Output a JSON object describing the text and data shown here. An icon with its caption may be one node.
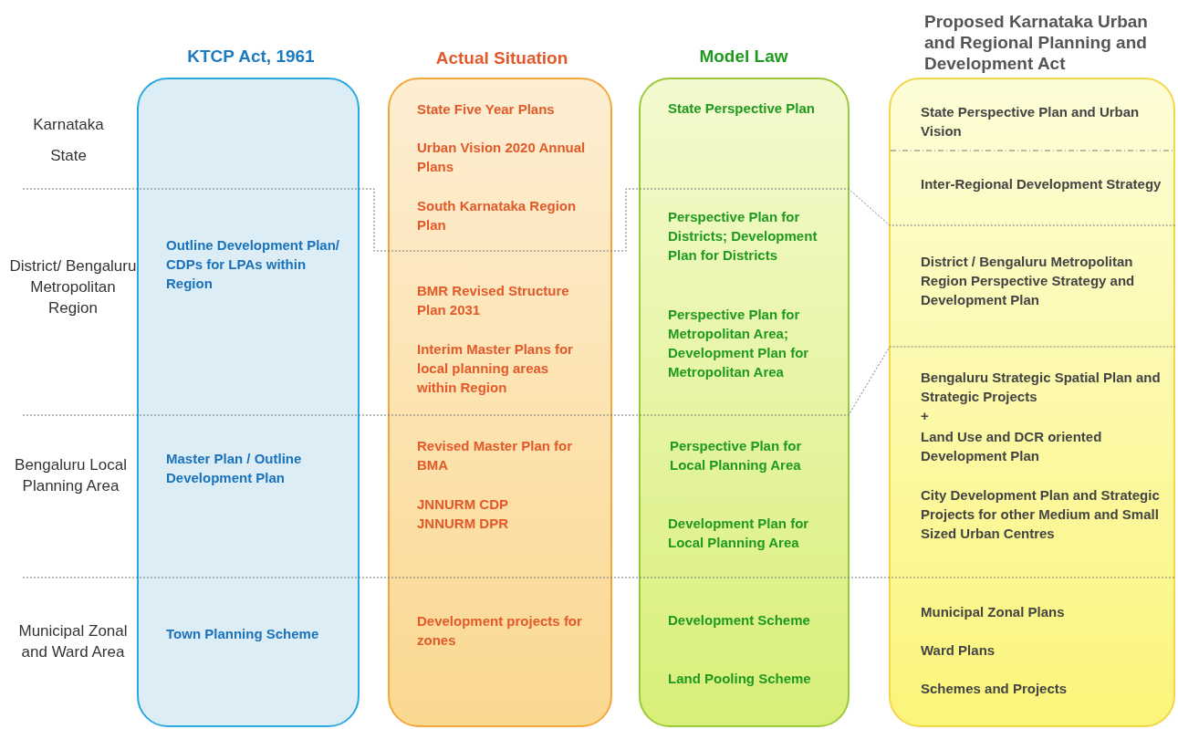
{
  "diagram": {
    "nodes": [
      {
        "text": [
          "KTCP Act, 1961",
          "Outline Development Plan/ CDPs for LPAs within Region",
          "Master Plan / Outline Development Plan",
          "Town Planning Scheme"
        ]
      },
      {
        "text": [
          "Actual Situation",
          "State Five Year Plans",
          "Urban Vision 2020 Annual Plans",
          "South Karnataka Region Plan",
          "BMR Revised Structure Plan 2031",
          "Interim Master Plans for local planning areas within Region",
          "Revised Master Plan for BMA",
          "JNNURM CDP",
          "JNNURM DPR",
          "Development projects for zones"
        ]
      },
      {
        "text": [
          "Model Law",
          "State Perspective Plan",
          "Perspective Plan for Districts; Development Plan for Districts",
          "Perspective Plan for Metropolitan Area; Development Plan for Metropolitan Area",
          "Perspective Plan for Local Planning Area",
          "Development Plan for Local Planning Area",
          "Development Scheme",
          "Land Pooling Scheme"
        ]
      },
      {
        "text": [
          "Proposed Karnataka Urban and Regional Planning and Development Act",
          "State Perspective Plan and Urban Vision",
          "Inter-Regional Development Strategy",
          "District / Bengaluru Metropolitan Region Perspective Strategy and Development Plan",
          "Bengaluru Strategic Spatial Plan and Strategic Projects",
          "+",
          "Land Use and DCR oriented Development Plan",
          "City Development Plan and Strategic Projects for other Medium and Small Sized Urban Centres",
          "Municipal Zonal Plans",
          "Ward Plans",
          "Schemes and Projects"
        ]
      }
    ],
    "labels": [
      "Karnataka State",
      "District/ Bengaluru Metropolitan Region",
      "Bengaluru Local Planning Area",
      "Municipal Zonal and Ward Area"
    ]
  }
}
